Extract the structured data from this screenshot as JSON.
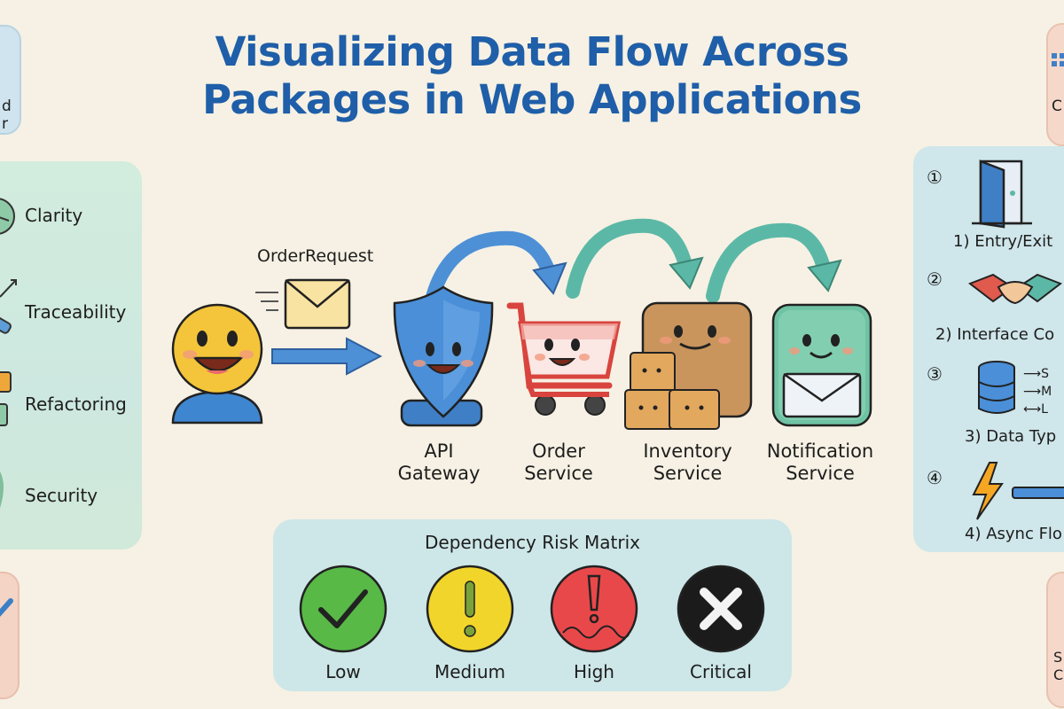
{
  "title": "Visualizing Data Flow Across Packages in Web Applications",
  "colors": {
    "title": "#1f5ea8",
    "arrow_blue": "#4d90d6",
    "arrow_teal": "#5cb8a6",
    "low": "#58b947",
    "medium": "#f2d52a",
    "high": "#e9484a",
    "critical": "#1b1b1b"
  },
  "left_corner_top": {
    "lines": [
      "d",
      "r"
    ]
  },
  "left_panel": {
    "items": [
      {
        "label": "Clarity",
        "icon": "compass-icon"
      },
      {
        "label": "Traceability",
        "icon": "trace-arrow-icon"
      },
      {
        "label": "Refactoring",
        "icon": "wrench-icon"
      },
      {
        "label": "Security",
        "icon": "lock-icon"
      }
    ]
  },
  "flow": {
    "message_label": "OrderRequest",
    "services": [
      {
        "label": "API\nGateway",
        "icon": "shield-icon"
      },
      {
        "label": "Order\nService",
        "icon": "cart-icon"
      },
      {
        "label": "Inventory\nService",
        "icon": "boxes-icon"
      },
      {
        "label": "Notification\nService",
        "icon": "envelope-icon"
      }
    ]
  },
  "risk_matrix": {
    "title": "Dependency Risk Matrix",
    "levels": [
      {
        "label": "Low",
        "icon": "check-icon"
      },
      {
        "label": "Medium",
        "icon": "exclamation-icon"
      },
      {
        "label": "High",
        "icon": "alert-icon"
      },
      {
        "label": "Critical",
        "icon": "x-icon"
      }
    ]
  },
  "right_panel": {
    "items": [
      {
        "num": "①",
        "label": "1) Entry/Exit",
        "icon": "door-icon"
      },
      {
        "num": "②",
        "label": "2) Interface Co",
        "icon": "handshake-icon"
      },
      {
        "num": "③",
        "label": "3) Data Typ",
        "icon": "database-icon",
        "notes": [
          "S",
          "M",
          "L"
        ]
      },
      {
        "num": "④",
        "label": "4) Async Flo",
        "icon": "lightning-icon"
      }
    ]
  },
  "right_corner_top": {
    "text": "C"
  },
  "right_corner_bottom": {
    "lines": [
      "S",
      "C"
    ]
  }
}
